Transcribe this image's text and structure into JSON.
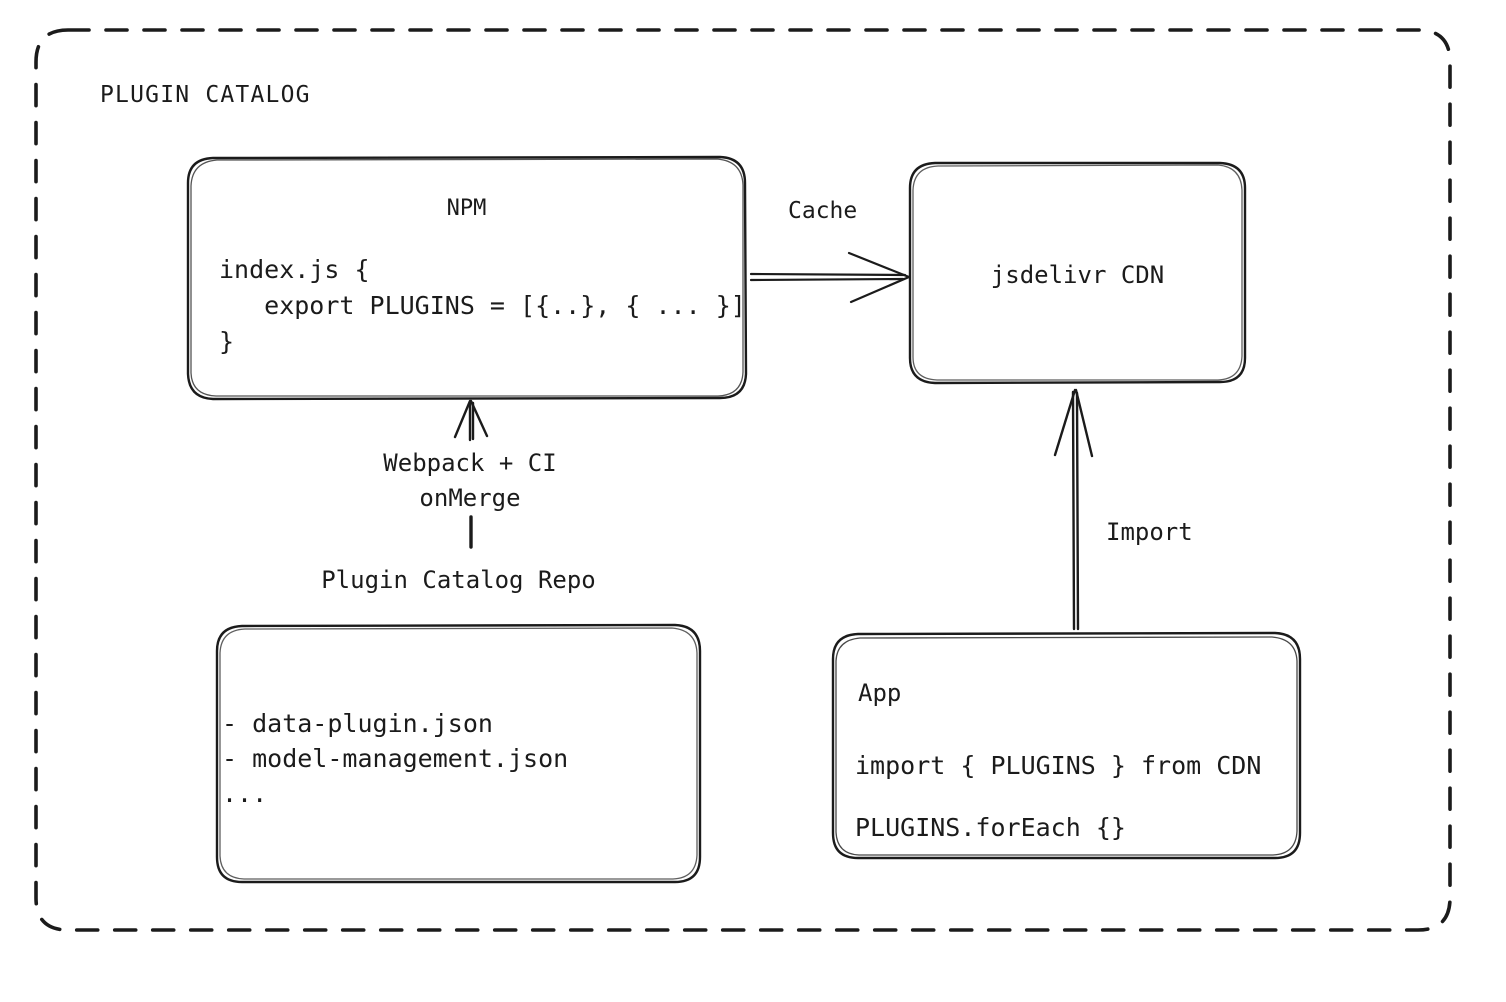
{
  "diagram": {
    "title": "PLUGIN CATALOG",
    "style": {
      "stroke": "#1b1b1b",
      "background": "#ffffff",
      "container_border": "dashed"
    },
    "nodes": {
      "npm": {
        "label": "NPM",
        "code_lines": [
          "index.js {",
          "   export PLUGINS = [{..}, { ... }]",
          "}"
        ],
        "code_text": "index.js {\n   export PLUGINS = [{..}, { ... }]\n}"
      },
      "cdn": {
        "label": "jsdelivr CDN"
      },
      "repo": {
        "caption": "Plugin Catalog Repo",
        "file_lines": [
          "- data-plugin.json",
          "- model-management.json",
          "..."
        ],
        "files_text": "- data-plugin.json\n- model-management.json\n..."
      },
      "app": {
        "label": "App",
        "code_lines": [
          "import { PLUGINS } from CDN",
          "PLUGINS.forEach {}"
        ],
        "code_text": "import { PLUGINS } from CDN\nPLUGINS.forEach {}"
      }
    },
    "edges": {
      "npm_to_cdn": {
        "label": "Cache",
        "direction": "right"
      },
      "repo_to_npm": {
        "label": "Webpack + CI\nonMerge",
        "label_line1": "Webpack + CI",
        "label_line2": "onMerge",
        "direction": "up"
      },
      "app_to_cdn": {
        "label": "Import",
        "direction": "up"
      }
    }
  }
}
